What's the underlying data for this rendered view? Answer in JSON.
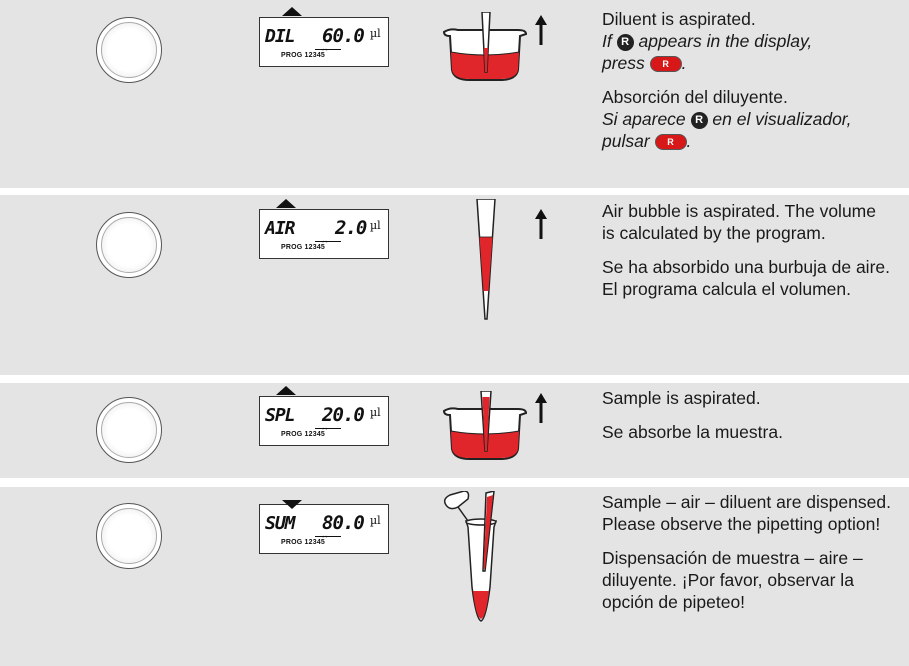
{
  "prog_label": "PROG 12345",
  "rows": [
    {
      "lcd": {
        "code": "DIL",
        "volume": "60.0",
        "unit": "µl"
      },
      "en": "Diluent is aspirated.",
      "en_note_before": "If",
      "en_note_icon": "R",
      "en_note_middle": "appears in the display,",
      "en_note_press": "press",
      "en_note_button": "R",
      "en_note_end": ".",
      "es": "Absorción del diluyente.",
      "es_note_before": "Si aparece",
      "es_note_icon": "R",
      "es_note_middle": "en el visualizador,",
      "es_note_press": "pulsar",
      "es_note_button": "R",
      "es_note_end": "."
    },
    {
      "lcd": {
        "code": "AIR",
        "volume": "2.0",
        "unit": "µl"
      },
      "en": "Air bubble is aspirated. The volume is calculated by the program.",
      "es": "Se ha absorbido una burbuja de aire. El programa calcula el volumen."
    },
    {
      "lcd": {
        "code": "SPL",
        "volume": "20.0",
        "unit": "µl"
      },
      "en": "Sample is aspirated.",
      "es": "Se absorbe la muestra."
    },
    {
      "lcd": {
        "code": "SUM",
        "volume": "80.0",
        "unit": "µl"
      },
      "en": "Sample – air – diluent are dispensed. Please observe the pipetting option!",
      "es": "Dispensación de muestra – aire – diluyente. ¡Por favor, observar la opción de pipeteo!"
    }
  ],
  "colors": {
    "row_bg": "#e4e4e4",
    "liquid": "#e0262b"
  },
  "icons": [
    "operating-knob-icon",
    "up-arrow-icon",
    "beaker-icon",
    "pipette-tip-icon",
    "reaction-tube-icon"
  ]
}
